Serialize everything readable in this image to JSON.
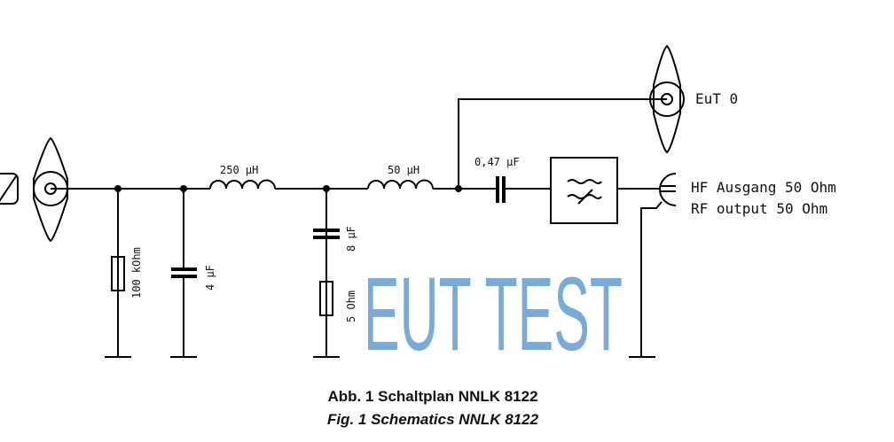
{
  "schematic": {
    "components": {
      "inductor_1": "250 µH",
      "inductor_2": "50 µH",
      "resistor_1": "100 kOhm",
      "capacitor_1": "4 µF",
      "capacitor_2": "8 µF",
      "resistor_2": "5 Ohm",
      "capacitor_3": "0,47 µF"
    },
    "eut_label": "EuT 0",
    "output_label_de": "HF Ausgang 50 Ohm",
    "output_label_en": "RF output 50 Ohm"
  },
  "watermark": {
    "text": "EUT TEST",
    "color": "#7aaad6"
  },
  "caption": {
    "line1": "Abb. 1 Schaltplan NNLK 8122",
    "line2": "Fig. 1 Schematics NNLK 8122"
  }
}
